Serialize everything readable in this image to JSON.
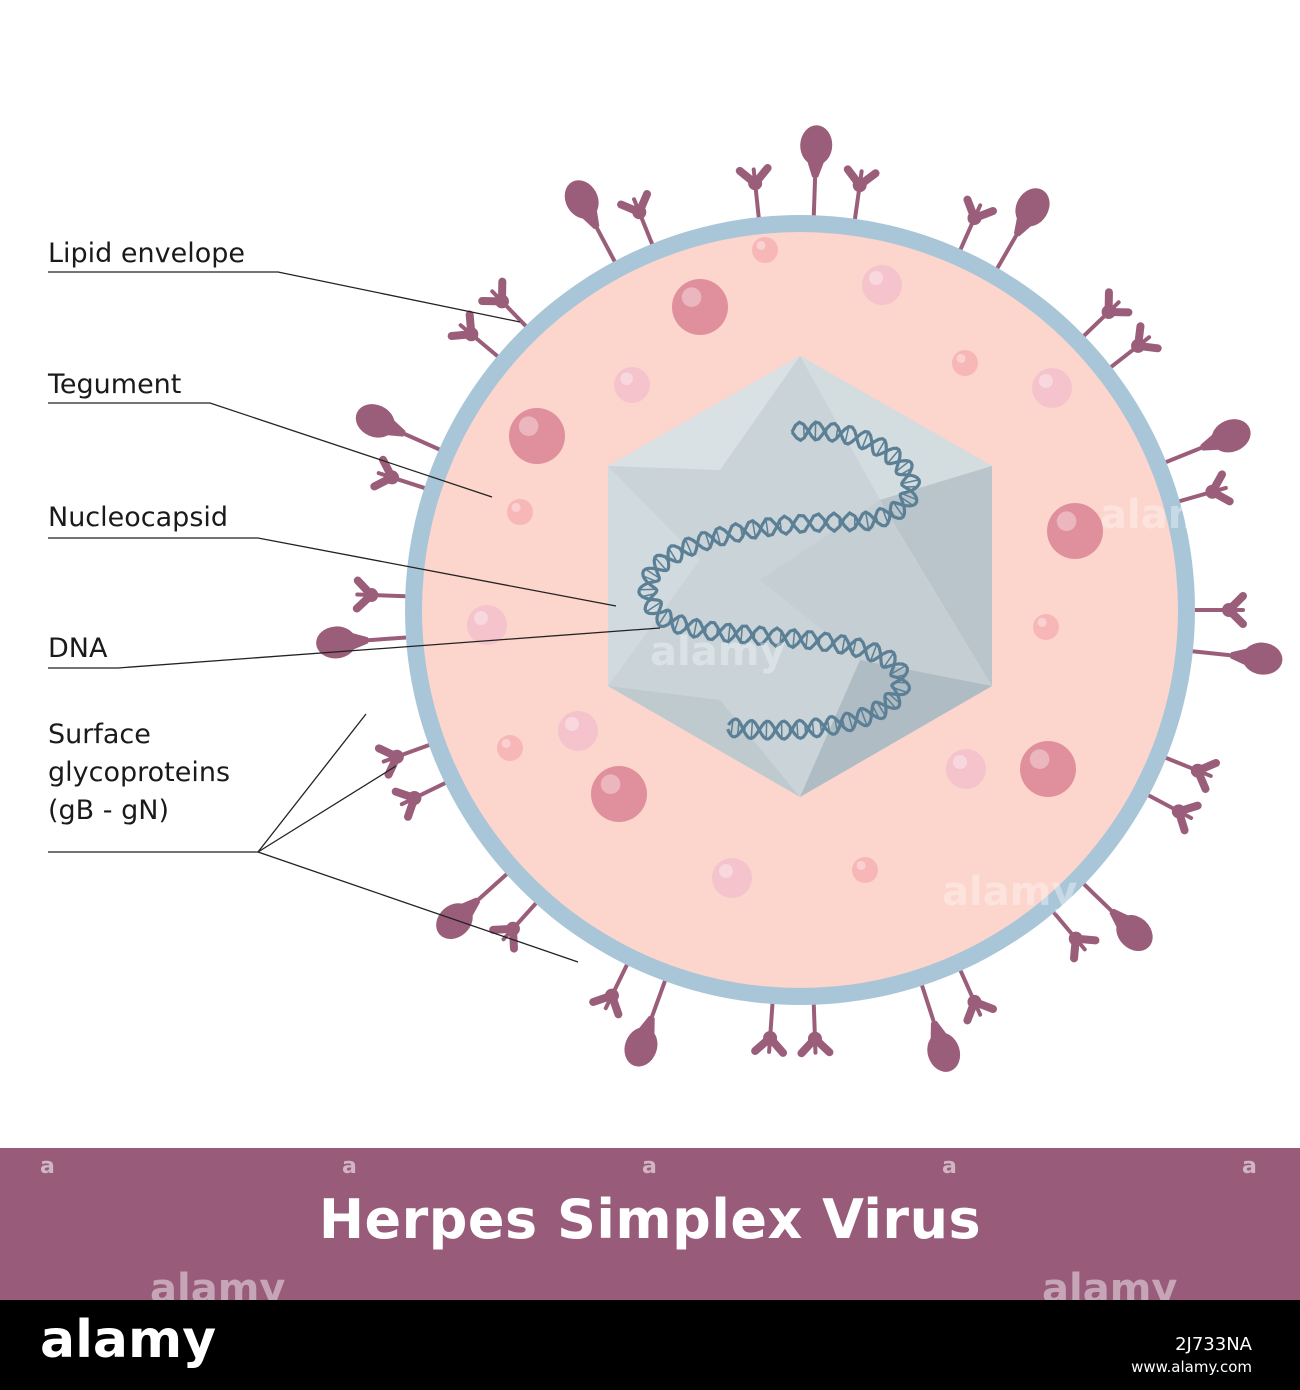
{
  "title": "Herpes Simplex Virus",
  "labels": {
    "lipid_envelope": "Lipid envelope",
    "tegument": "Tegument",
    "nucleocapsid": "Nucleocapsid",
    "dna": "DNA",
    "surface_line1": "Surface",
    "surface_line2": "glycoproteins",
    "surface_line3": "(gB - gN)"
  },
  "watermark": {
    "letter": "a",
    "word": "alamy"
  },
  "footer": {
    "logo": "alamy",
    "image_id": "2J733NA",
    "url": "www.alamy.com"
  },
  "colors": {
    "envelope": "#a9c6d9",
    "tegument": "#fcd5cc",
    "glycoprotein": "#9b5e7a",
    "capsid": "#c9d3d8",
    "dna": "#5b8096",
    "banner": "#985b7a"
  }
}
